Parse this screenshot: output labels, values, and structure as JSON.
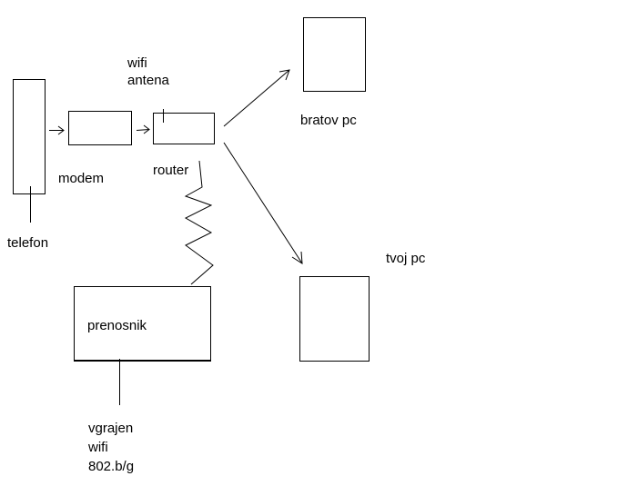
{
  "diagram": {
    "colors": {
      "stroke": "#000000",
      "background": "#ffffff"
    },
    "nodes": {
      "telefon": {
        "label": "telefon"
      },
      "modem": {
        "label": "modem"
      },
      "router": {
        "label": "router"
      },
      "wifi_antenna": {
        "label_lines": [
          "wifi",
          "antena"
        ]
      },
      "brother_pc": {
        "label": "bratov pc"
      },
      "your_pc": {
        "label": "tvoj pc"
      },
      "laptop": {
        "label": "prenosnik"
      },
      "builtin_wifi": {
        "label_lines": [
          "vgrajen",
          "wifi",
          "802.b/g"
        ]
      }
    },
    "connections": [
      {
        "from": "telefon",
        "to": "modem",
        "style": "arrow"
      },
      {
        "from": "modem",
        "to": "router",
        "style": "arrow"
      },
      {
        "from": "router",
        "to": "brother_pc",
        "style": "arrow"
      },
      {
        "from": "router",
        "to": "your_pc",
        "style": "arrow"
      },
      {
        "from": "router",
        "to": "laptop",
        "style": "wireless-zigzag"
      }
    ]
  }
}
